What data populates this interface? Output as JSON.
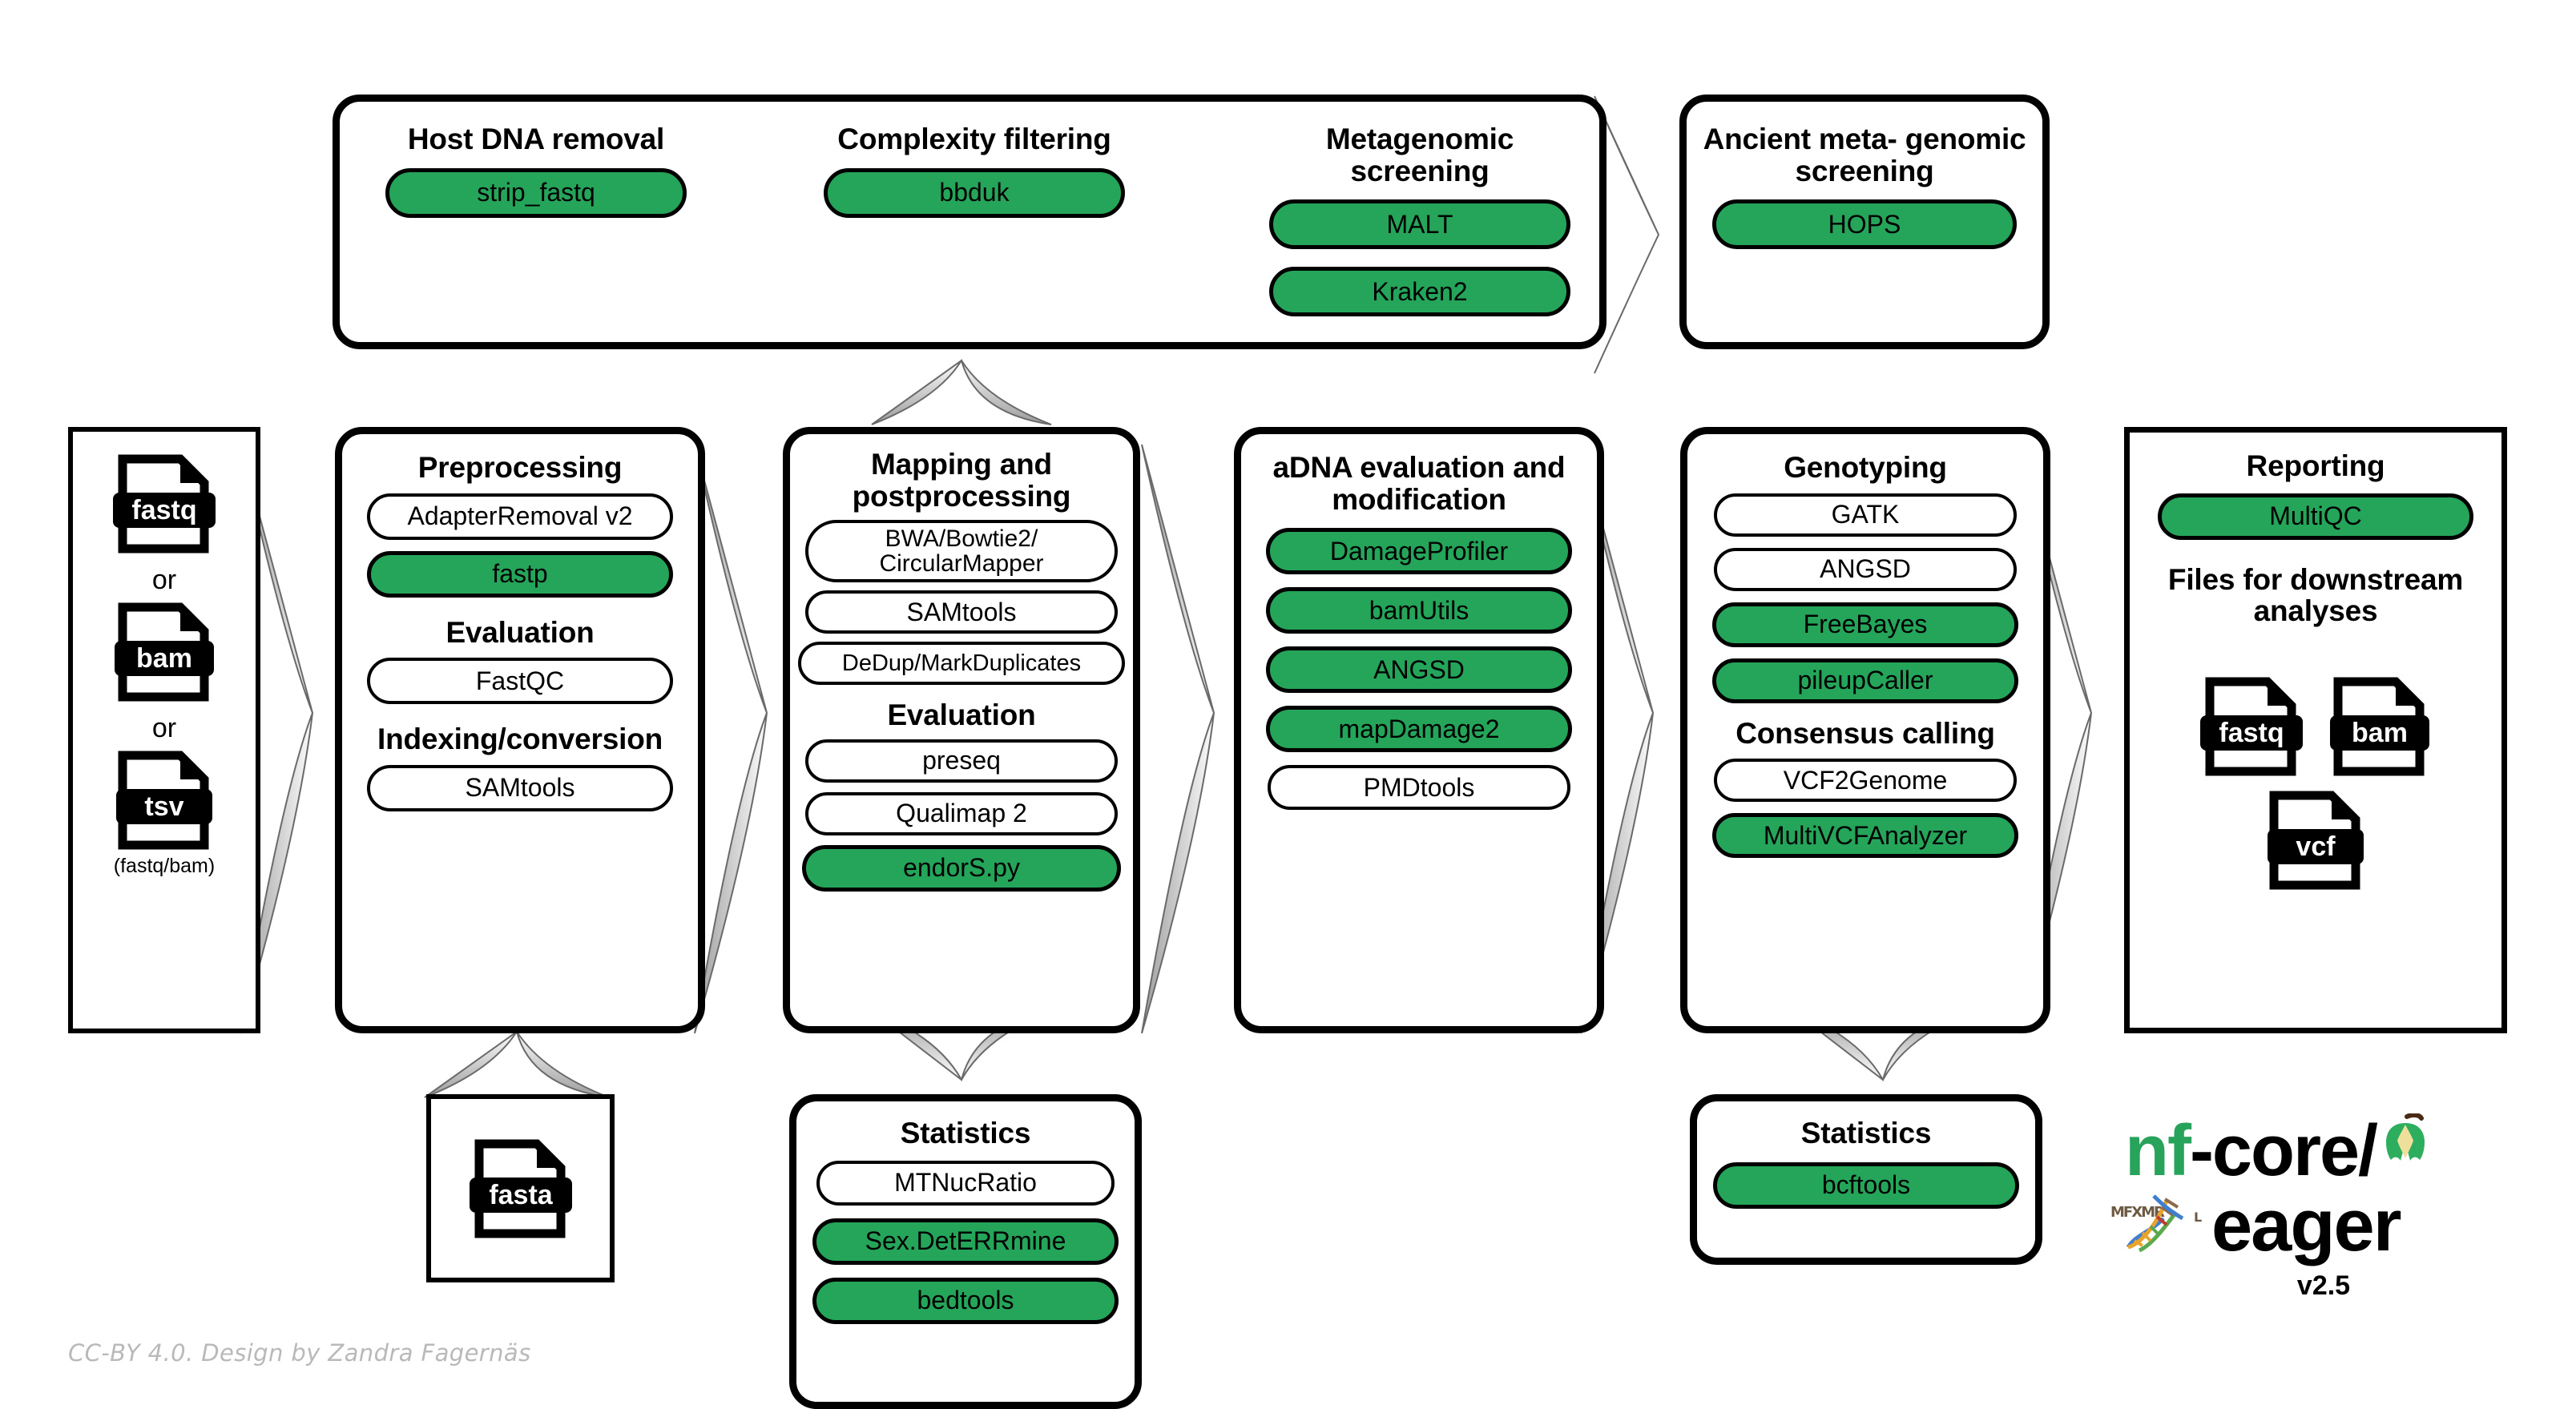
{
  "diagram": {
    "title": "nf-core/eager pipeline overview",
    "accent_green": "#25a55a",
    "credit": "CC-BY 4.0. Design by Zandra Fagernäs"
  },
  "logo": {
    "nf": "nf",
    "core": "-core/",
    "eager": "eager",
    "version": "v2.5",
    "apple_icon": "apple-core-icon",
    "dna_icon": "dna-helix-icon"
  },
  "input": {
    "files": [
      {
        "ext": "fastq"
      },
      {
        "ext": "bam"
      },
      {
        "ext": "tsv"
      }
    ],
    "or_label": "or",
    "note": "(fastq/bam)"
  },
  "screening": {
    "groups": [
      {
        "title": "Host DNA\nremoval",
        "tools": [
          {
            "label": "strip_fastq",
            "green": true
          }
        ]
      },
      {
        "title": "Complexity\nfiltering",
        "tools": [
          {
            "label": "bbduk",
            "green": true
          }
        ]
      },
      {
        "title": "Metagenomic\nscreening",
        "tools": [
          {
            "label": "MALT",
            "green": true
          },
          {
            "label": "Kraken2",
            "green": true
          }
        ]
      }
    ]
  },
  "ancient_screening": {
    "title": "Ancient meta-\ngenomic screening",
    "tools": [
      {
        "label": "HOPS",
        "green": true
      }
    ]
  },
  "preprocessing": {
    "title": "Preprocessing",
    "tools": [
      {
        "label": "AdapterRemoval v2",
        "green": false
      },
      {
        "label": "fastp",
        "green": true
      }
    ],
    "subtitle_1": "Evaluation",
    "tools_2": [
      {
        "label": "FastQC",
        "green": false
      }
    ],
    "subtitle_2": "Indexing/conversion",
    "tools_3": [
      {
        "label": "SAMtools",
        "green": false
      }
    ]
  },
  "reference": {
    "file_ext": "fasta"
  },
  "mapping": {
    "title": "Mapping and\npostprocessing",
    "tools": [
      {
        "label": "BWA/Bowtie2/\nCircularMapper",
        "green": false
      },
      {
        "label": "SAMtools",
        "green": false
      },
      {
        "label": "DeDup/MarkDuplicates",
        "green": false
      }
    ],
    "subtitle_1": "Evaluation",
    "tools_2": [
      {
        "label": "preseq",
        "green": false
      },
      {
        "label": "Qualimap 2",
        "green": false
      },
      {
        "label": "endorS.py",
        "green": true
      }
    ]
  },
  "statistics_left": {
    "title": "Statistics",
    "tools": [
      {
        "label": "MTNucRatio",
        "green": false
      },
      {
        "label": "Sex.DetERRmine",
        "green": true
      },
      {
        "label": "bedtools",
        "green": true
      }
    ]
  },
  "adna": {
    "title": "aDNA evaluation\nand modification",
    "tools": [
      {
        "label": "DamageProfiler",
        "green": true
      },
      {
        "label": "bamUtils",
        "green": true
      },
      {
        "label": "ANGSD",
        "green": true
      },
      {
        "label": "mapDamage2",
        "green": true
      },
      {
        "label": "PMDtools",
        "green": false
      }
    ]
  },
  "genotyping": {
    "title": "Genotyping",
    "tools": [
      {
        "label": "GATK",
        "green": false
      },
      {
        "label": "ANGSD",
        "green": false
      },
      {
        "label": "FreeBayes",
        "green": true
      },
      {
        "label": "pileupCaller",
        "green": true
      }
    ],
    "subtitle_1": "Consensus calling",
    "tools_2": [
      {
        "label": "VCF2Genome",
        "green": false
      },
      {
        "label": "MultiVCFAnalyzer",
        "green": true
      }
    ]
  },
  "statistics_right": {
    "title": "Statistics",
    "tools": [
      {
        "label": "bcftools",
        "green": true
      }
    ]
  },
  "reporting": {
    "title": "Reporting",
    "tools": [
      {
        "label": "MultiQC",
        "green": true
      }
    ],
    "subtitle_1": "Files for downstream\nanalyses",
    "output_files": [
      {
        "ext": "fastq"
      },
      {
        "ext": "bam"
      },
      {
        "ext": "vcf"
      }
    ]
  }
}
